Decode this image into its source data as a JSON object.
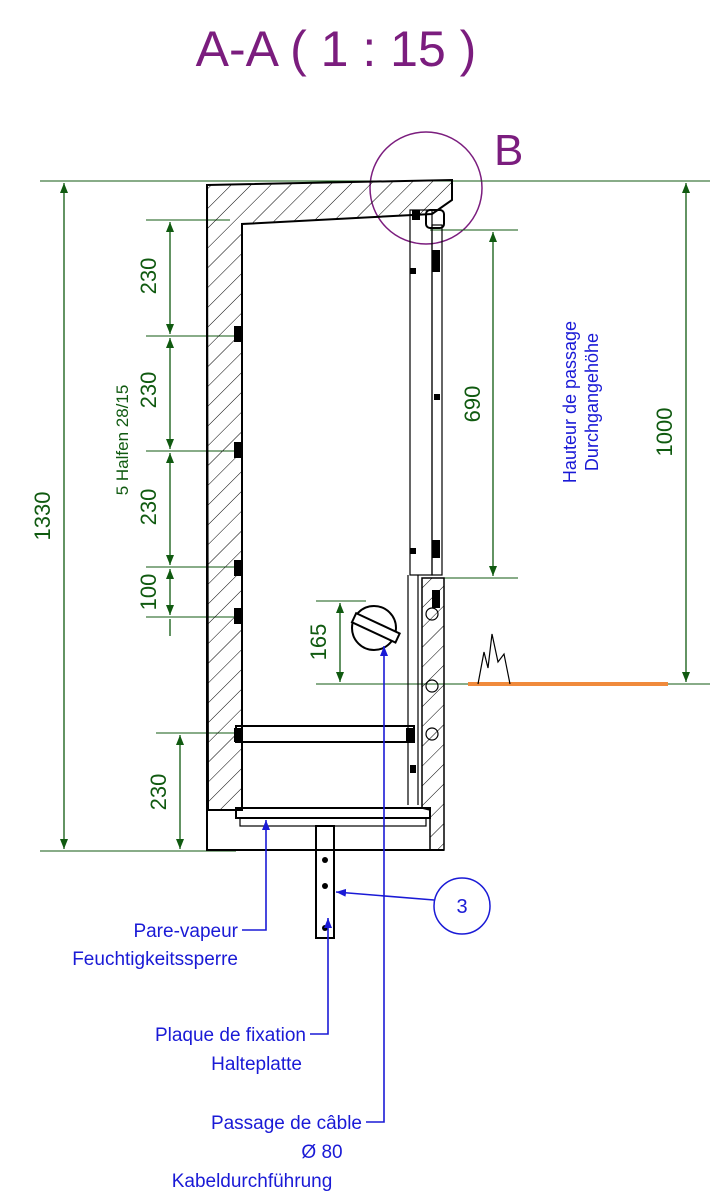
{
  "title": "A-A ( 1 : 15 )",
  "detail_marker": "B",
  "dimensions": {
    "overall_height": "1330",
    "halfen_note": "5 Halfen 28/15",
    "spacing_1": "230",
    "spacing_2": "230",
    "spacing_3": "230",
    "spacing_4": "100",
    "bottom_height": "230",
    "opening_height": "690",
    "cable_offset": "165",
    "passage_height": "1000"
  },
  "annotations": {
    "passage_height_fr": "Hauteur de passage",
    "passage_height_de": "Durchgangehöhe",
    "vapour_barrier_fr": "Pare-vapeur",
    "vapour_barrier_de": "Feuchtigkeitssperre",
    "fixing_plate_fr": "Plaque de fixation",
    "fixing_plate_de": "Halteplatte",
    "cable_passage_fr": "Passage de câble",
    "cable_passage_dia": "Ø 80",
    "cable_passage_de": "Kabeldurchführung",
    "item_number": "3"
  },
  "colors": {
    "title": "#7b1d7e",
    "dimension": "#105a10",
    "annotation": "#1a1ad6",
    "ground_line": "#f08a3c",
    "outline": "#000000"
  }
}
